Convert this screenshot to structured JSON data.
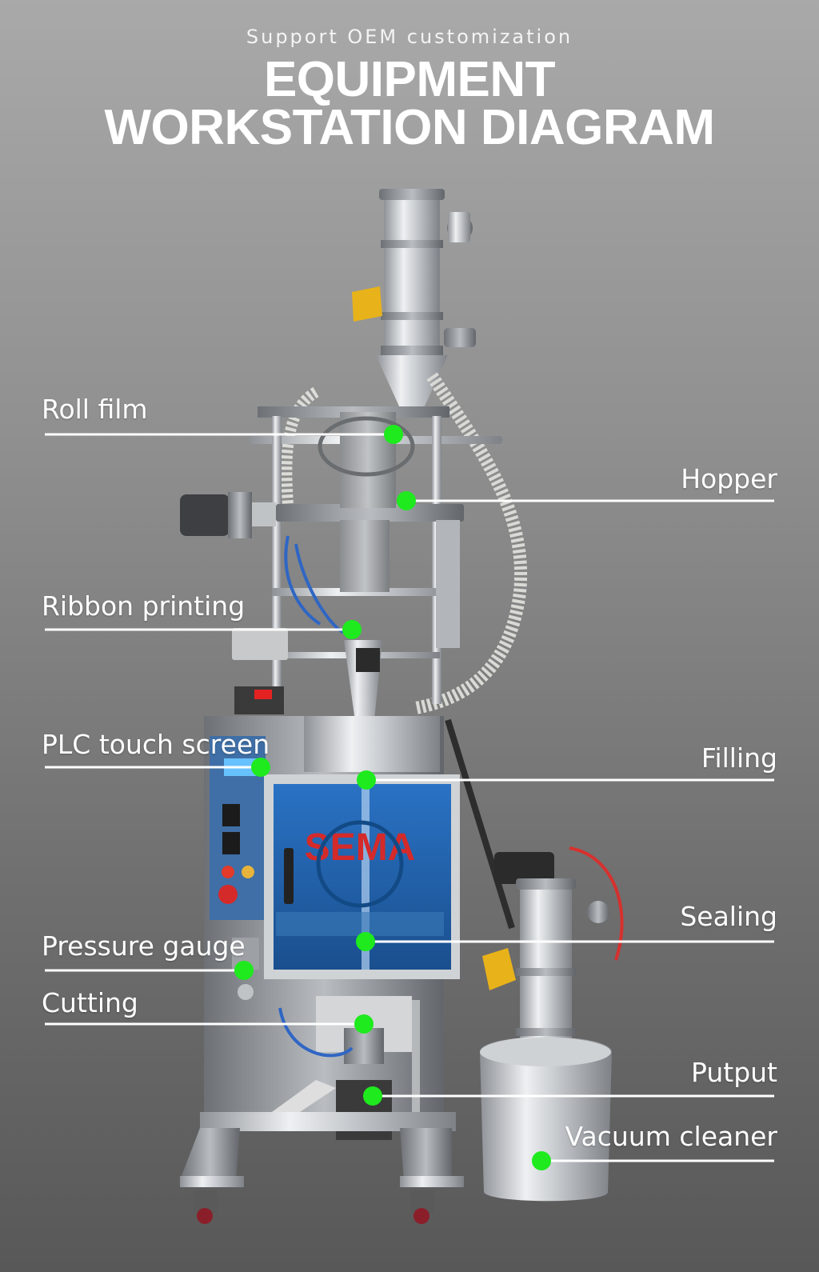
{
  "header": {
    "subtitle": "Support OEM customization",
    "title_line1": "EQUIPMENT",
    "title_line2": "WORKSTATION DIAGRAM"
  },
  "machine_logo": "SEMA",
  "callouts": [
    {
      "id": "roll-film",
      "label": "Roll film",
      "side": "left"
    },
    {
      "id": "hopper",
      "label": "Hopper",
      "side": "right"
    },
    {
      "id": "ribbon-printing",
      "label": "Ribbon printing",
      "side": "left"
    },
    {
      "id": "plc-touch-screen",
      "label": "PLC touch screen",
      "side": "left"
    },
    {
      "id": "filling",
      "label": "Filling",
      "side": "right"
    },
    {
      "id": "sealing",
      "label": "Sealing",
      "side": "right"
    },
    {
      "id": "pressure-gauge",
      "label": "Pressure gauge",
      "side": "left"
    },
    {
      "id": "cutting",
      "label": "Cutting",
      "side": "left"
    },
    {
      "id": "putput",
      "label": "Putput",
      "side": "right"
    },
    {
      "id": "vacuum-cleaner",
      "label": "Vacuum cleaner",
      "side": "right"
    }
  ],
  "colors": {
    "marker": "#1eea1e",
    "leader_line": "#ffffff",
    "steel": "#c9ccd0",
    "panel_blue": "#2d6fb3",
    "brand_red": "#d42a2a",
    "accent_yellow": "#e8b21a"
  }
}
